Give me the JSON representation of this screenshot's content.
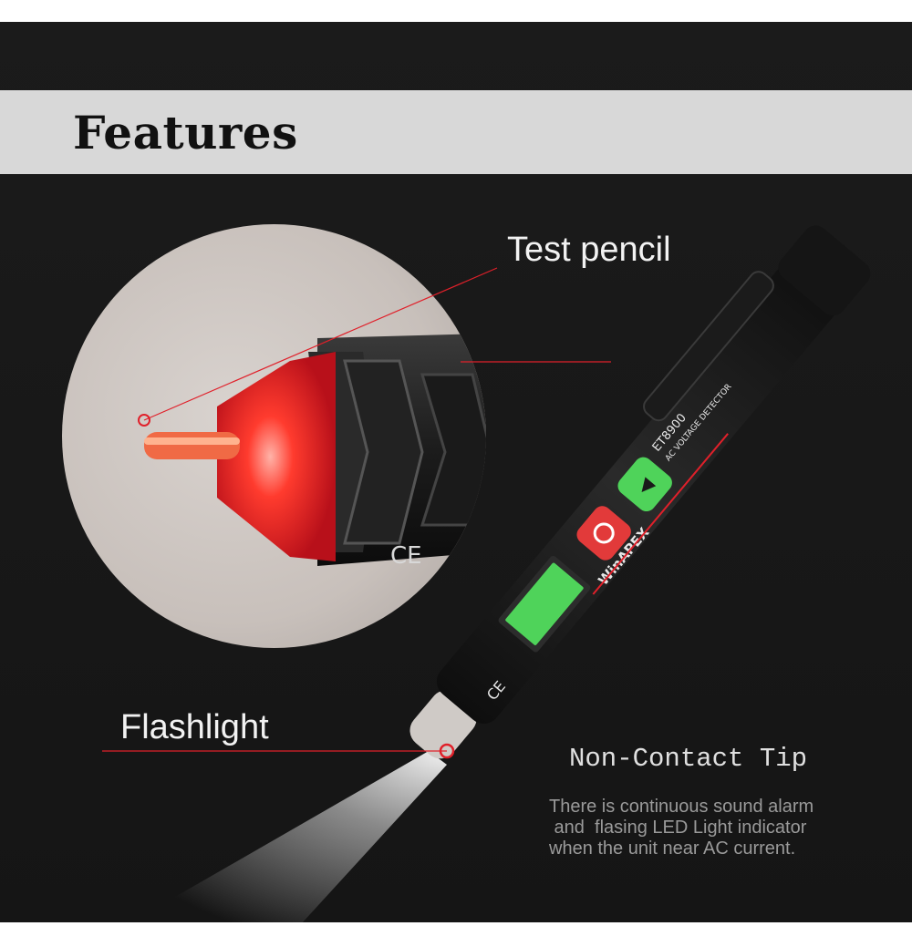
{
  "header": {
    "title": "Features"
  },
  "callouts": {
    "test_pencil": "Test pencil",
    "flashlight": "Flashlight",
    "non_contact_tip": "Non-Contact Tip"
  },
  "description": {
    "lines": [
      "There is continuous sound alarm",
      " and  flasing LED Light indicator",
      "when the unit near AC current."
    ]
  },
  "product": {
    "brand": "WinAPEX",
    "model": "ET8900",
    "subtitle": "AC VOLTAGE DETECTOR",
    "ce_mark": "CE"
  },
  "colors": {
    "background": "#181818",
    "header_band": "#d8d8d8",
    "accent_red": "#e0202a",
    "lcd_green": "#4fd35a",
    "button_green": "#4fd35a",
    "button_red": "#e23a3a"
  },
  "icons": {
    "power_button": "power-icon",
    "sound_button": "speaker-icon",
    "weee_mark": "crossed-bin-icon"
  }
}
